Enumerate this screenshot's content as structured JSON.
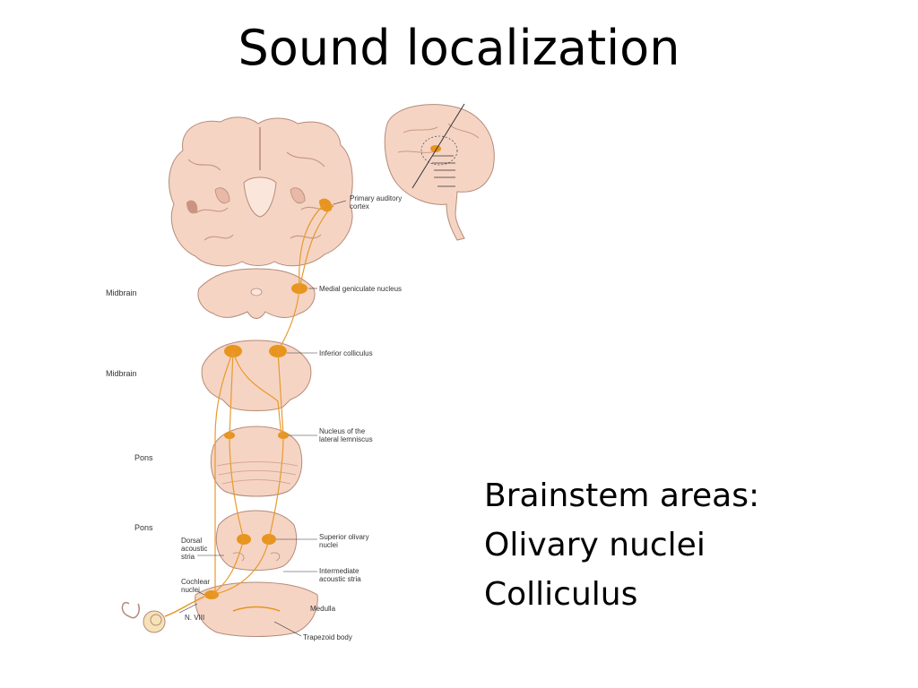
{
  "title": "Sound localization",
  "figure": {
    "side_labels": [
      "Midbrain",
      "Midbrain",
      "Pons",
      "Pons"
    ],
    "labels": {
      "primary_auditory_cortex": [
        "Primary auditory",
        "cortex"
      ],
      "medial_geniculate": "Medial geniculate nucleus",
      "inferior_colliculus": "Inferior colliculus",
      "lateral_lemniscus": [
        "Nucleus of the",
        "lateral lemniscus"
      ],
      "superior_olivary": [
        "Superior olivary",
        "nuclei"
      ],
      "dorsal_acoustic_stria": [
        "Dorsal",
        "acoustic",
        "stria"
      ],
      "intermediate_acoustic_stria": [
        "Intermediate",
        "acoustic stria"
      ],
      "cochlear_nuclei": [
        "Cochlear",
        "nuclei"
      ],
      "medulla": "Medulla",
      "n_viii": "N. VIII",
      "trapezoid_body": "Trapezoid body"
    },
    "colors": {
      "tissue": "#f6d4c4",
      "tissue_edge": "#b58a78",
      "pathway": "#e79a2c",
      "nucleus": "#e7951e"
    }
  },
  "notes": [
    "Brainstem areas:",
    "Olivary nuclei",
    "Colliculus"
  ]
}
